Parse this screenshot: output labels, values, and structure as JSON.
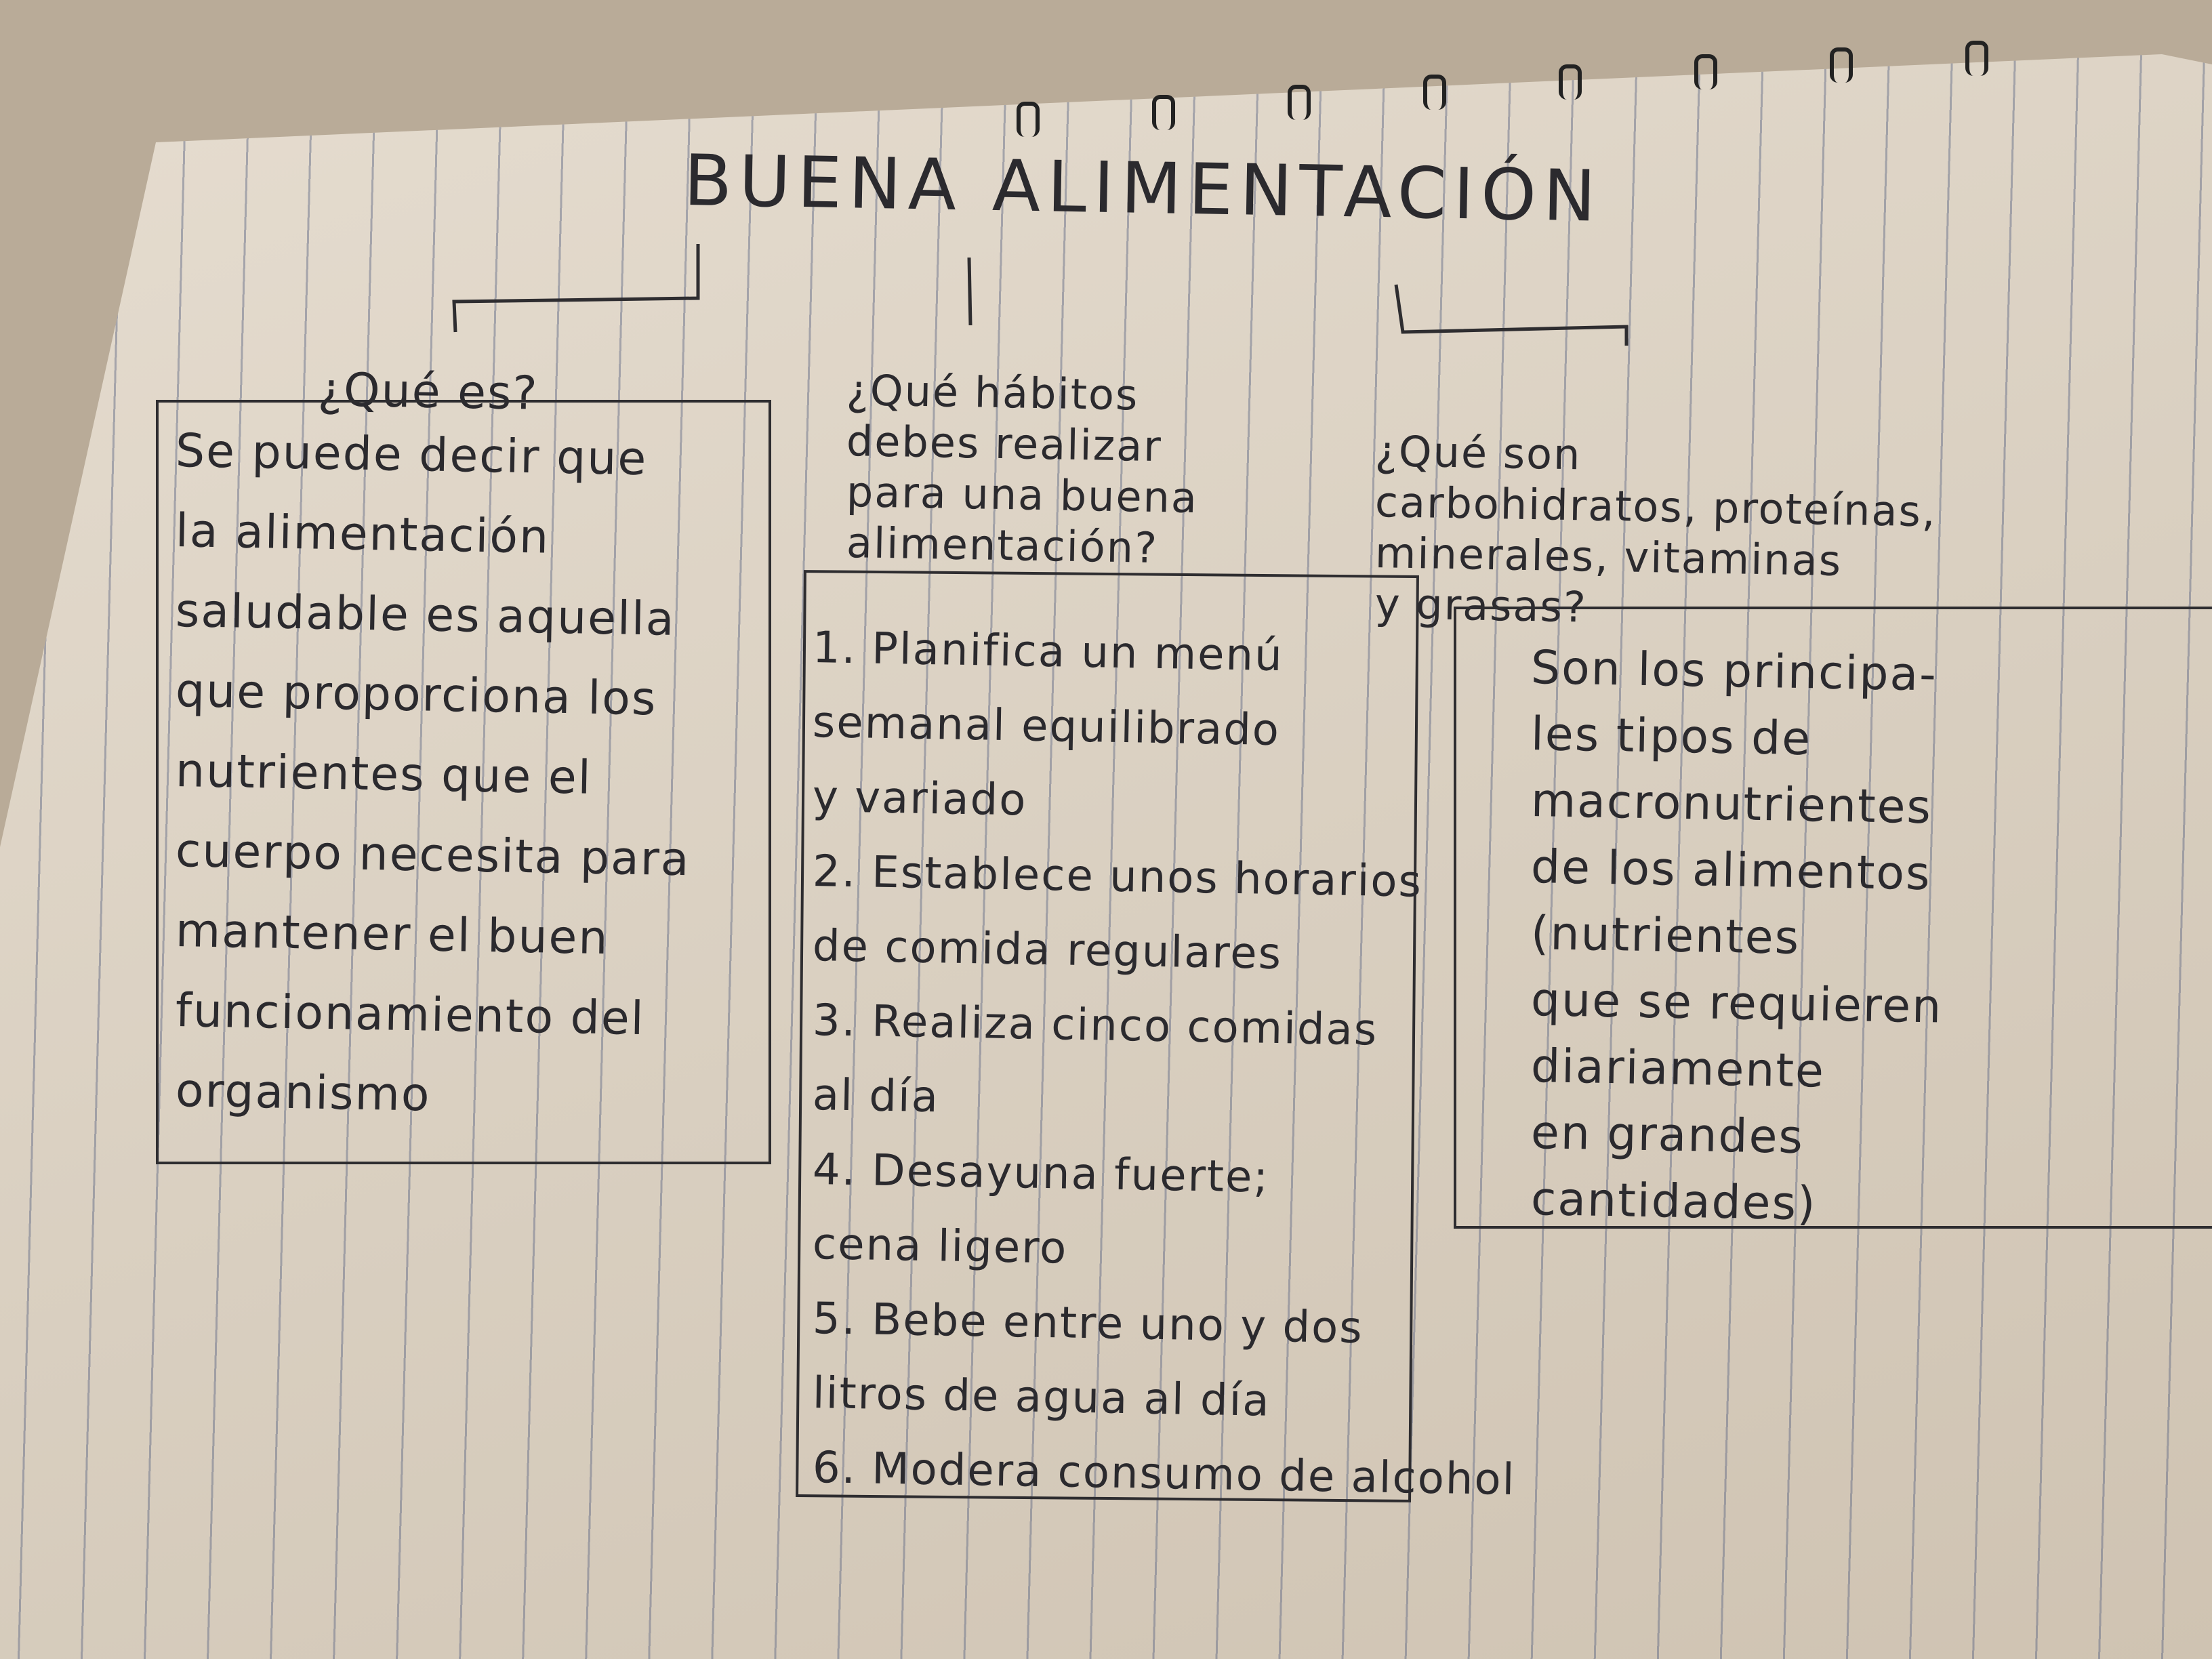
{
  "title": "BUENA ALIMENTACIÓN",
  "left": {
    "question": "¿Qué es?",
    "lines": [
      "Se puede decir que",
      "la alimentación",
      "saludable es aquella",
      "que proporciona los",
      "nutrientes que el",
      "cuerpo necesita para",
      "mantener el buen",
      "funcionamiento del",
      "organismo"
    ]
  },
  "middle": {
    "question": [
      "¿Qué hábitos",
      "debes realizar",
      "para una buena",
      "alimentación?"
    ],
    "lines": [
      "1. Planifica un menú",
      "semanal equilibrado",
      "y variado",
      "2. Establece unos horarios",
      "de comida regulares",
      "3. Realiza cinco comidas",
      "al día",
      "4. Desayuna fuerte;",
      "cena ligero",
      "5. Bebe entre uno y dos",
      "litros de agua al día",
      "6. Modera consumo de alcohol"
    ]
  },
  "right": {
    "question": [
      "¿Qué son",
      "carbohidratos, proteínas,",
      "minerales, vitaminas",
      "y grasas?"
    ],
    "lines": [
      "Son los principa-",
      "les tipos de",
      "macronutrientes",
      "de los alimentos",
      "(nutrientes",
      "que se requieren",
      "diariamente",
      "en grandes",
      "cantidades)"
    ]
  }
}
